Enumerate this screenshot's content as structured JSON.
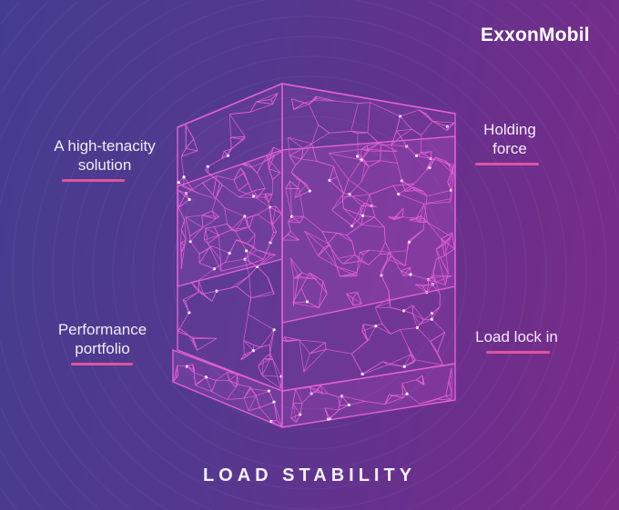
{
  "logo": "ExxonMobil",
  "labels": {
    "high_tenacity": [
      "A high-tenacity",
      "solution"
    ],
    "holding_force": [
      "Holding",
      "force"
    ],
    "performance": [
      "Performance",
      "portfolio"
    ],
    "load_lock": [
      "Load lock in"
    ]
  },
  "title": "LOAD STABILITY",
  "colors": {
    "accent": "#e0549e",
    "wire": "#e25fd6"
  }
}
